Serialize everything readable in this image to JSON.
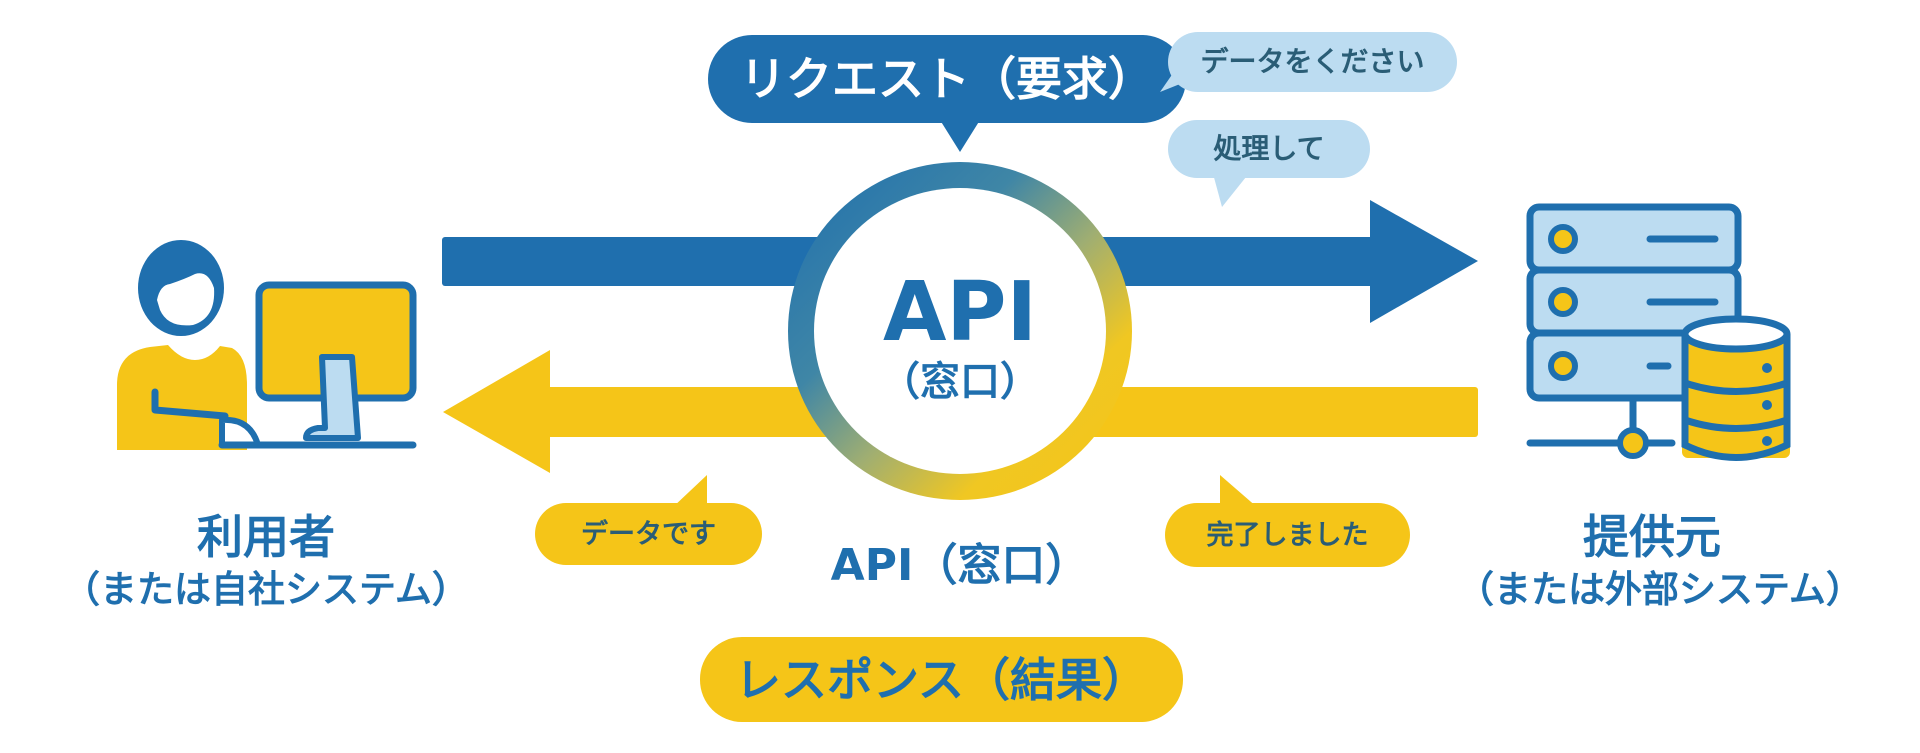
{
  "colors": {
    "blue": "#1f6fae",
    "yellow": "#f5c518",
    "light_blue": "#bcdcf1",
    "text_teal": "#2a5d76",
    "white": "#ffffff"
  },
  "request": {
    "label": "リクエスト（要求）",
    "bubbles": [
      "データをください",
      "処理して"
    ]
  },
  "response": {
    "label": "レスポンス（結果）",
    "bubbles": [
      "データです",
      "完了しました"
    ]
  },
  "api": {
    "title": "API",
    "subtitle": "（窓口）",
    "caption": "API（窓口）"
  },
  "user": {
    "title": "利用者",
    "subtitle": "（または自社システム）",
    "icon": "person-at-computer-icon"
  },
  "provider": {
    "title": "提供元",
    "subtitle": "（または外部システム）",
    "icon": "server-database-icon"
  }
}
